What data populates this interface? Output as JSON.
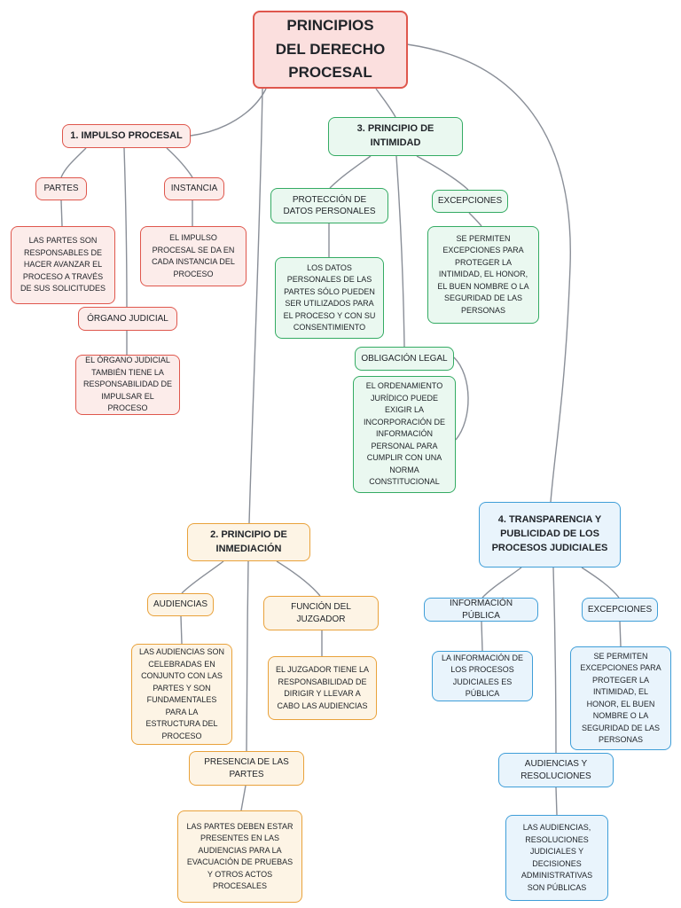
{
  "title": "PRINCIPIOS DEL DERECHO PROCESAL",
  "branches": [
    {
      "label": "1. IMPULSO PROCESAL",
      "color_key": "red",
      "children": [
        {
          "label": "PARTES",
          "detail": "LAS PARTES SON RESPONSABLES DE HACER AVANZAR EL PROCESO A TRAVÉS DE SUS SOLICITUDES"
        },
        {
          "label": "INSTANCIA",
          "detail": "EL IMPULSO PROCESAL SE DA EN CADA INSTANCIA DEL PROCESO"
        },
        {
          "label": "ÓRGANO JUDICIAL",
          "detail": "EL ÓRGANO JUDICIAL TAMBIÉN TIENE LA RESPONSABILIDAD DE IMPULSAR EL PROCESO"
        }
      ]
    },
    {
      "label": "2. PRINCIPIO DE INMEDIACIÓN",
      "color_key": "orange",
      "children": [
        {
          "label": "AUDIENCIAS",
          "detail": "LAS AUDIENCIAS SON CELEBRADAS EN CONJUNTO CON LAS PARTES Y SON FUNDAMENTALES PARA LA ESTRUCTURA DEL PROCESO"
        },
        {
          "label": "FUNCIÓN DEL JUZGADOR",
          "detail": "EL JUZGADOR TIENE LA RESPONSABILIDAD DE DIRIGIR Y LLEVAR A CABO LAS AUDIENCIAS"
        },
        {
          "label": "PRESENCIA DE LAS PARTES",
          "detail": "LAS PARTES DEBEN ESTAR PRESENTES EN LAS AUDIENCIAS PARA LA EVACUACIÓN DE PRUEBAS Y OTROS ACTOS PROCESALES"
        }
      ]
    },
    {
      "label": "3. PRINCIPIO DE INTIMIDAD",
      "color_key": "green",
      "children": [
        {
          "label": "PROTECCIÓN DE DATOS PERSONALES",
          "detail": "LOS DATOS PERSONALES DE LAS PARTES SÓLO PUEDEN SER UTILIZADOS PARA EL PROCESO Y CON SU CONSENTIMIENTO"
        },
        {
          "label": "EXCEPCIONES",
          "detail": "SE PERMITEN EXCEPCIONES PARA PROTEGER LA INTIMIDAD, EL HONOR, EL BUEN NOMBRE O LA SEGURIDAD DE LAS PERSONAS"
        },
        {
          "label": "OBLIGACIÓN LEGAL",
          "detail": "EL ORDENAMIENTO JURÍDICO PUEDE EXIGIR LA INCORPORACIÓN DE INFORMACIÓN PERSONAL PARA CUMPLIR CON UNA NORMA CONSTITUCIONAL"
        }
      ]
    },
    {
      "label": "4. TRANSPARENCIA Y PUBLICIDAD DE LOS PROCESOS JUDICIALES",
      "color_key": "blue",
      "children": [
        {
          "label": "INFORMACIÓN PÚBLICA",
          "detail": "LA INFORMACIÓN DE LOS PROCESOS JUDICIALES ES PÚBLICA"
        },
        {
          "label": "EXCEPCIONES",
          "detail": "SE PERMITEN EXCEPCIONES PARA PROTEGER LA INTIMIDAD, EL HONOR, EL BUEN NOMBRE O LA SEGURIDAD DE LAS PERSONAS"
        },
        {
          "label": "AUDIENCIAS Y RESOLUCIONES",
          "detail": "LAS AUDIENCIAS, RESOLUCIONES JUDICIALES Y DECISIONES ADMINISTRATIVAS SON PÚBLICAS"
        }
      ]
    }
  ],
  "colors": {
    "red": "#df574d",
    "red-fill": "#fcecea",
    "red-title-fill": "#fbdfde",
    "green": "#34ab63",
    "green-fill": "#eaf8f0",
    "orange": "#e9a23b",
    "orange-fill": "#fdf4e5",
    "blue": "#3f9ed8",
    "blue-fill": "#e9f4fc",
    "line": "#8a8f98",
    "text": "#1f2328"
  }
}
